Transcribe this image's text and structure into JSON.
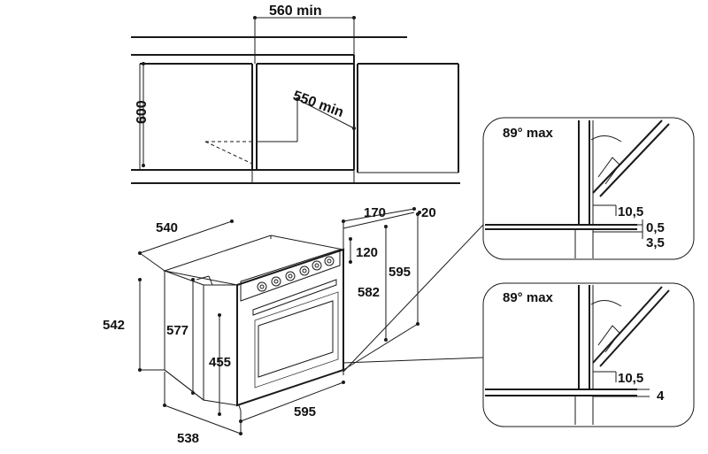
{
  "cabinet": {
    "width_label": "560 min",
    "depth_label": "550 min",
    "height_label": "600"
  },
  "oven": {
    "depth_540": "540",
    "height_542": "542",
    "height_577": "577",
    "depth_538": "538",
    "door_455": "455",
    "width_595_bottom": "595",
    "dim_170": "170",
    "dim_20": "20",
    "dim_120": "120",
    "dim_595_side": "595",
    "dim_582": "582"
  },
  "detail_top": {
    "angle_label": "89° max",
    "dim_10_5": "10,5",
    "dim_0_5": "0,5",
    "dim_3_5": "3,5"
  },
  "detail_bottom": {
    "angle_label": "89° max",
    "dim_10_5": "10,5",
    "dim_4": "4"
  }
}
